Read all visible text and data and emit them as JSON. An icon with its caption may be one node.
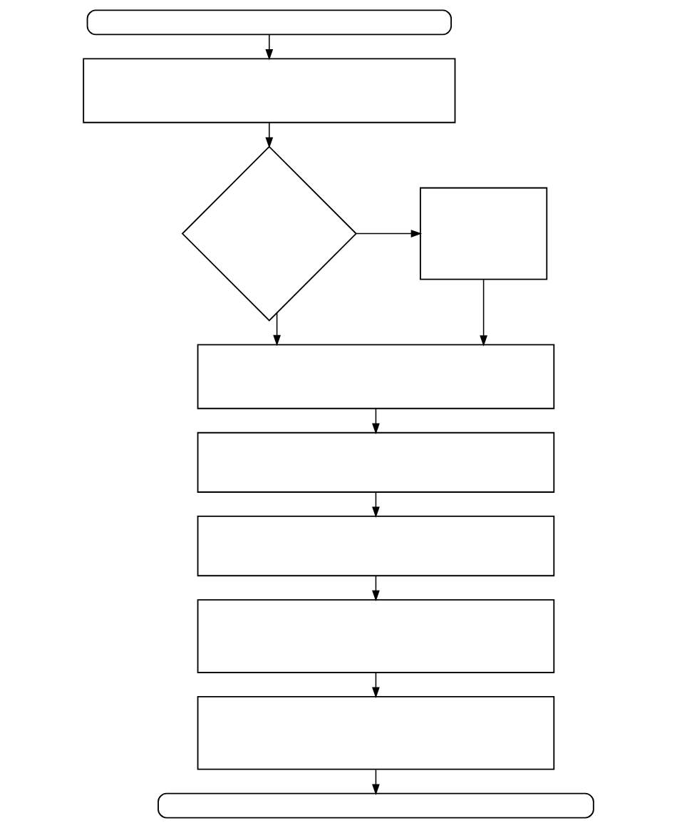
{
  "diagram": {
    "nodes": [
      {
        "text": [],
        "shape": "capsule"
      },
      {
        "text": [],
        "shape": "box"
      },
      {
        "text": [],
        "shape": "diamond"
      },
      {
        "text": [],
        "shape": "box"
      },
      {
        "text": [],
        "shape": "box"
      },
      {
        "text": [],
        "shape": "box"
      },
      {
        "text": [],
        "shape": "box"
      },
      {
        "text": [],
        "shape": "box"
      },
      {
        "text": [],
        "shape": "box"
      },
      {
        "text": [],
        "shape": "capsule"
      }
    ],
    "edges": [
      {
        "from": 0,
        "to": 1,
        "arrow": "to"
      },
      {
        "from": 1,
        "to": 2,
        "arrow": "to"
      },
      {
        "from": 2,
        "to": 3,
        "arrow": "to"
      },
      {
        "from": 2,
        "to": 4,
        "arrow": "to"
      },
      {
        "from": 3,
        "to": 4,
        "arrow": "to"
      },
      {
        "from": 4,
        "to": 5,
        "arrow": "to"
      },
      {
        "from": 5,
        "to": 6,
        "arrow": "to"
      },
      {
        "from": 6,
        "to": 7,
        "arrow": "to"
      },
      {
        "from": 7,
        "to": 8,
        "arrow": "to"
      },
      {
        "from": 8,
        "to": 9,
        "arrow": "to"
      }
    ]
  }
}
